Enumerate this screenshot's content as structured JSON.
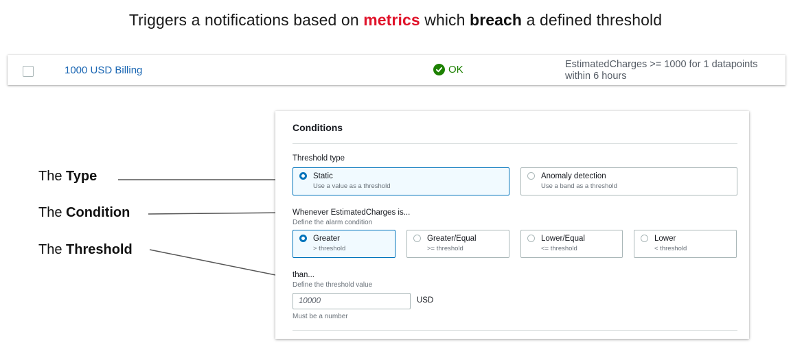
{
  "headline": {
    "part1": "Triggers a notifications based on ",
    "highlight1": "metrics",
    "part2": " which ",
    "highlight2": "breach",
    "part3": " a defined threshold"
  },
  "alarm": {
    "name": "1000 USD Billing",
    "status": "OK",
    "condition": "EstimatedCharges >= 1000 for 1 datapoints within 6 hours"
  },
  "labels": [
    {
      "prefix": "The ",
      "bold": "Type"
    },
    {
      "prefix": "The ",
      "bold": "Condition"
    },
    {
      "prefix": "The ",
      "bold": "Threshold"
    }
  ],
  "conditions": {
    "title": "Conditions",
    "threshold_type_label": "Threshold type",
    "threshold_types": [
      {
        "title": "Static",
        "sub": "Use a value as a threshold",
        "selected": true
      },
      {
        "title": "Anomaly detection",
        "sub": "Use a band as a threshold",
        "selected": false
      }
    ],
    "whenever_label": "Whenever EstimatedCharges is...",
    "whenever_desc": "Define the alarm condition",
    "operators": [
      {
        "title": "Greater",
        "sub": "> threshold",
        "selected": true
      },
      {
        "title": "Greater/Equal",
        "sub": ">= threshold",
        "selected": false
      },
      {
        "title": "Lower/Equal",
        "sub": "<= threshold",
        "selected": false
      },
      {
        "title": "Lower",
        "sub": "< threshold",
        "selected": false
      }
    ],
    "than_label": "than...",
    "than_desc": "Define the threshold value",
    "threshold_value": "10000",
    "unit": "USD",
    "hint": "Must be a number"
  },
  "colors": {
    "accent": "#0073bb",
    "ok": "#1d8102",
    "highlight": "#e0132a",
    "link": "#1a66b3"
  }
}
